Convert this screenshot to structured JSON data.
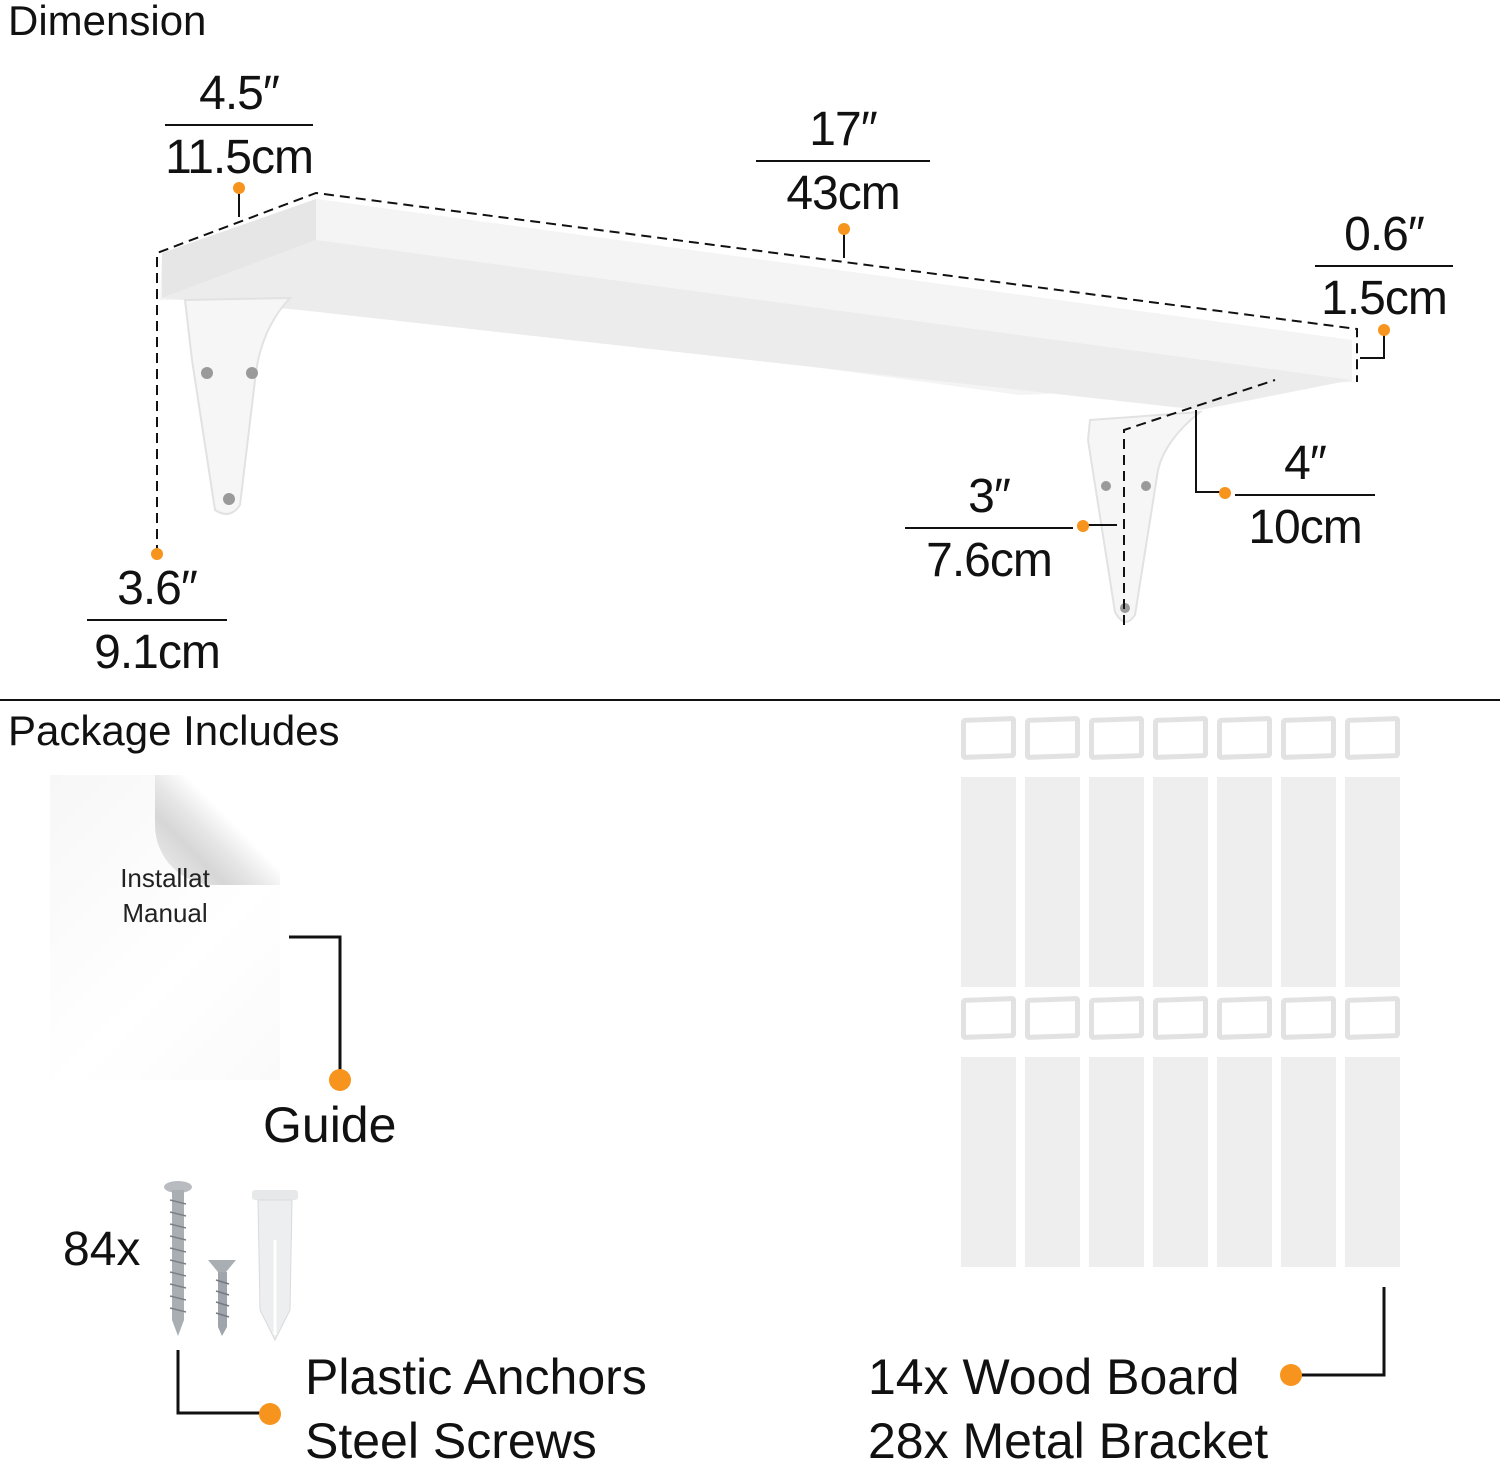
{
  "sections": {
    "dimension_title": "Dimension",
    "package_title": "Package Includes"
  },
  "dimensions": {
    "depth": {
      "inch": "4.5″",
      "cm": "11.5cm"
    },
    "length": {
      "inch": "17″",
      "cm": "43cm"
    },
    "thickness": {
      "inch": "0.6″",
      "cm": "1.5cm"
    },
    "bracket_depth": {
      "inch": "4″",
      "cm": "10cm"
    },
    "bracket_height": {
      "inch": "3″",
      "cm": "7.6cm"
    },
    "total_height": {
      "inch": "3.6″",
      "cm": "9.1cm"
    }
  },
  "package": {
    "manual": {
      "line1": "Installat",
      "line2": "Manual",
      "label": "Guide"
    },
    "hardware": {
      "count": "84x",
      "line1": "Plastic Anchors",
      "line2": "Steel Screws"
    },
    "boards": {
      "line1": "14x Wood Board",
      "line2": "28x Metal Bracket",
      "columns": 7,
      "rows": 2
    }
  },
  "colors": {
    "accent": "#f7941d",
    "line": "#111111",
    "shelf": "#f3f3f3",
    "board": "#eeeeee"
  }
}
